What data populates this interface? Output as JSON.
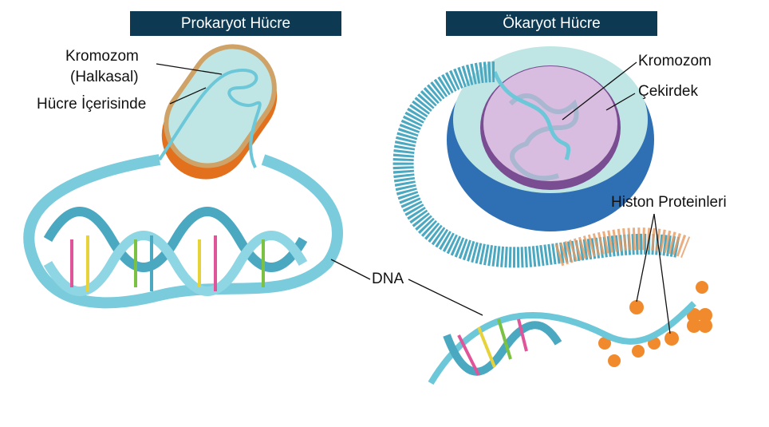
{
  "headers": {
    "prokaryote": "Prokaryot Hücre",
    "eukaryote": "Ökaryot Hücre"
  },
  "labels": {
    "pro_chromosome": "Kromozom",
    "pro_circular": "(Halkasal)",
    "pro_inside_cell": "Hücre İçerisinde",
    "euk_chromosome": "Kromozom",
    "euk_nucleus": "Çekirdek",
    "histones": "Histon Proteinleri",
    "dna": "DNA"
  },
  "colors": {
    "header_bg": "#0d3a52",
    "dna": "#5bbcd0",
    "histone": "#f08a2c",
    "nucleus": "#c9a6d0"
  }
}
